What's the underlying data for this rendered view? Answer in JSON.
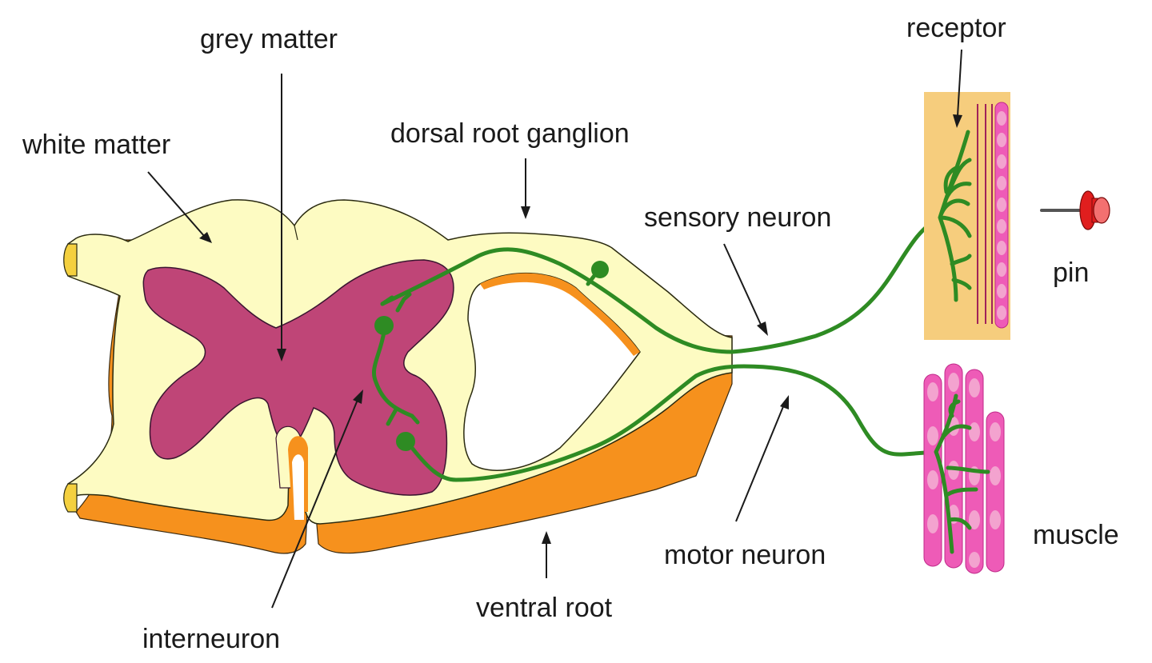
{
  "labels": {
    "grey_matter": "grey matter",
    "white_matter": "white matter",
    "dorsal_root_ganglion": "dorsal root ganglion",
    "sensory_neuron": "sensory neuron",
    "receptor": "receptor",
    "pin": "pin",
    "muscle": "muscle",
    "motor_neuron": "motor neuron",
    "ventral_root": "ventral root",
    "interneuron": "interneuron"
  },
  "colors": {
    "white_matter": "#fdfbc2",
    "grey_matter": "#bf4577",
    "outline_shadow": "#f6911d",
    "neuron": "#2e8b23",
    "skin": "#f6cd7d",
    "muscle": "#ee5bb7",
    "muscle_light": "#f3a3cf",
    "pin_head": "#e01e1e"
  }
}
